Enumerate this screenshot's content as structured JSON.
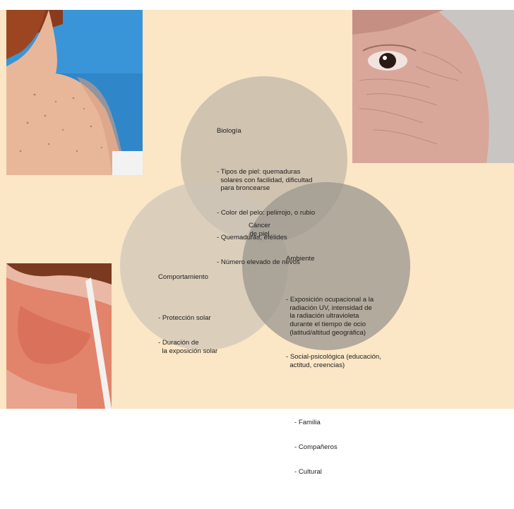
{
  "diagram": {
    "center_label": "Cáncer\nde piel",
    "biology": {
      "title": "Biología",
      "items": [
        "- Tipos de piel: quemaduras\n  solares con facilidad, dificultad\n  para broncearse",
        "- Color del pelo: pelirrojo, o rubio",
        "- Quemaduras, efélides",
        "- Número elevado de nevos"
      ]
    },
    "behavior": {
      "title": "Comportamiento",
      "items": [
        "- Protección solar",
        "- Duración de\n  la exposición solar"
      ]
    },
    "environment": {
      "title": "Ambiente",
      "items": [
        "- Exposición ocupacional a la\n  radiación UV, intensidad de\n  la radiación ultravioleta\n  durante el tiempo de ocio\n  (latitud/altitud geográfica)",
        "- Social-psicológica (educación,\n  actitud, creencias)"
      ],
      "subitems": [
        "- Familia",
        "- Compañeros",
        "- Cultural"
      ]
    }
  },
  "colors": {
    "background": "#fbe6c6",
    "circle_light": "#d2c7b8",
    "circle_dark": "#a39c94"
  }
}
